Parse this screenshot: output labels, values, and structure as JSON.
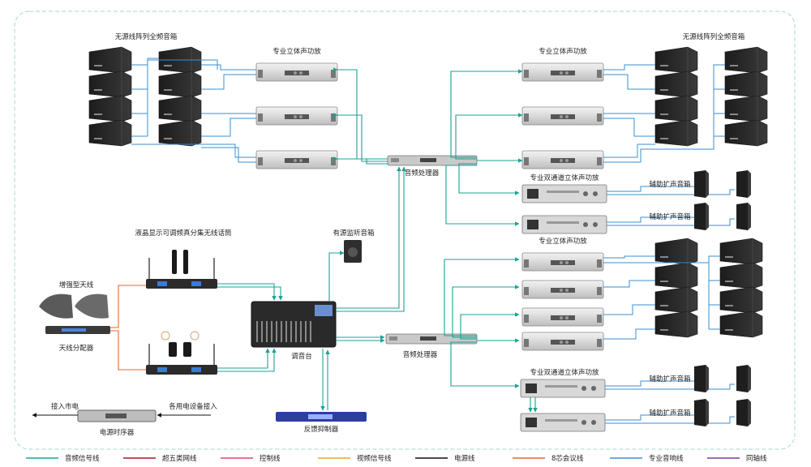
{
  "labels": {
    "passive_array_left": "无源线阵列全频音箱",
    "passive_array_right": "无源线阵列全频音箱",
    "pro_amp_top_left": "专业立体声功放",
    "pro_amp_top_right": "专业立体声功放",
    "audio_processor_top": "音频处理器",
    "dual_amp_top": "专业双通道立体声功放",
    "aux_speaker_1": "辅助扩声音箱",
    "aux_speaker_2": "辅助扩声音箱",
    "pro_amp_mid_right": "专业立体声功放",
    "lcd_wireless_mic": "液晶显示可调频真分集无线话筒",
    "active_monitor": "有源监听音箱",
    "enhanced_antenna": "增强型天线",
    "antenna_splitter": "天线分配器",
    "mixer": "调音台",
    "audio_processor_bottom": "音频处理器",
    "dual_amp_bottom": "专业双通道立体声功放",
    "aux_speaker_3": "辅助扩声音箱",
    "aux_speaker_4": "辅助扩声音箱",
    "mains_in": "接入市电",
    "backup_in": "各用电设备接入",
    "power_sequencer": "电源时序器",
    "feedback_suppressor": "反馈抑制器"
  },
  "legend": [
    {
      "label": "音频信号线",
      "color": "#1aa394"
    },
    {
      "label": "超五类网线",
      "color": "#a5172a"
    },
    {
      "label": "控制线",
      "color": "#e0407a"
    },
    {
      "label": "视频信号线",
      "color": "#f0a02a"
    },
    {
      "label": "电源线",
      "color": "#111111"
    },
    {
      "label": "8芯会议线",
      "color": "#e06a2a"
    },
    {
      "label": "专业音响线",
      "color": "#3a8fd0"
    },
    {
      "label": "同轴线",
      "color": "#7a3aa0"
    }
  ]
}
